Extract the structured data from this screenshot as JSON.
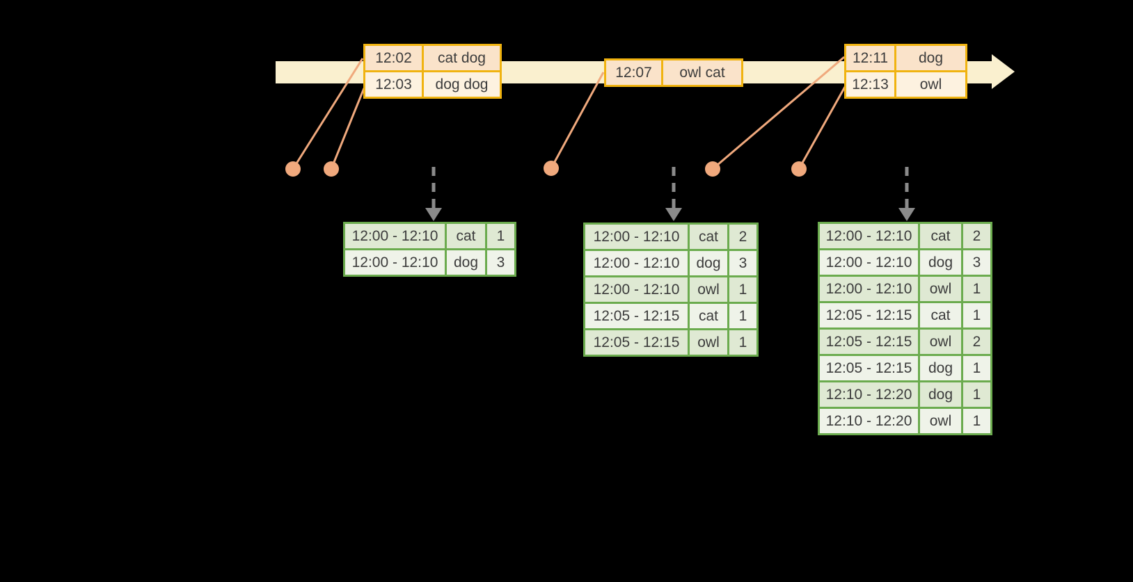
{
  "colors": {
    "background": "#000000",
    "timeline_fill": "#FAF0CF",
    "event_border": "#F0B310",
    "event_row_dark": "#FAE3CA",
    "event_row_light": "#FDF2E0",
    "result_border": "#6BAB4E",
    "result_row_dark": "#DFE9D3",
    "result_row_light": "#EFF3E9",
    "connector": "#F0A97D",
    "trigger_arrow": "#8B8B8B",
    "text": "#3C3C3C"
  },
  "icons": {
    "timeline_arrowhead": "right-arrowhead",
    "trigger_arrowhead": "down-arrowhead",
    "event_dot": "circle-dot"
  },
  "event_tables": [
    {
      "rows": [
        {
          "time": "12:02",
          "words": "cat dog"
        },
        {
          "time": "12:03",
          "words": "dog dog"
        }
      ]
    },
    {
      "rows": [
        {
          "time": "12:07",
          "words": "owl cat"
        }
      ]
    },
    {
      "rows": [
        {
          "time": "12:11",
          "words": "dog"
        },
        {
          "time": "12:13",
          "words": "owl"
        }
      ]
    }
  ],
  "result_tables": [
    {
      "rows": [
        {
          "window": "12:00 - 12:10",
          "word": "cat",
          "count": "1"
        },
        {
          "window": "12:00 - 12:10",
          "word": "dog",
          "count": "3"
        }
      ]
    },
    {
      "rows": [
        {
          "window": "12:00 - 12:10",
          "word": "cat",
          "count": "2"
        },
        {
          "window": "12:00 - 12:10",
          "word": "dog",
          "count": "3"
        },
        {
          "window": "12:00 - 12:10",
          "word": "owl",
          "count": "1"
        },
        {
          "window": "12:05 - 12:15",
          "word": "cat",
          "count": "1"
        },
        {
          "window": "12:05 - 12:15",
          "word": "owl",
          "count": "1"
        }
      ]
    },
    {
      "rows": [
        {
          "window": "12:00 - 12:10",
          "word": "cat",
          "count": "2"
        },
        {
          "window": "12:00 - 12:10",
          "word": "dog",
          "count": "3"
        },
        {
          "window": "12:00 - 12:10",
          "word": "owl",
          "count": "1"
        },
        {
          "window": "12:05 - 12:15",
          "word": "cat",
          "count": "1"
        },
        {
          "window": "12:05 - 12:15",
          "word": "owl",
          "count": "2"
        },
        {
          "window": "12:05 - 12:15",
          "word": "dog",
          "count": "1"
        },
        {
          "window": "12:10 - 12:20",
          "word": "dog",
          "count": "1"
        },
        {
          "window": "12:10 - 12:20",
          "word": "owl",
          "count": "1"
        }
      ]
    }
  ]
}
